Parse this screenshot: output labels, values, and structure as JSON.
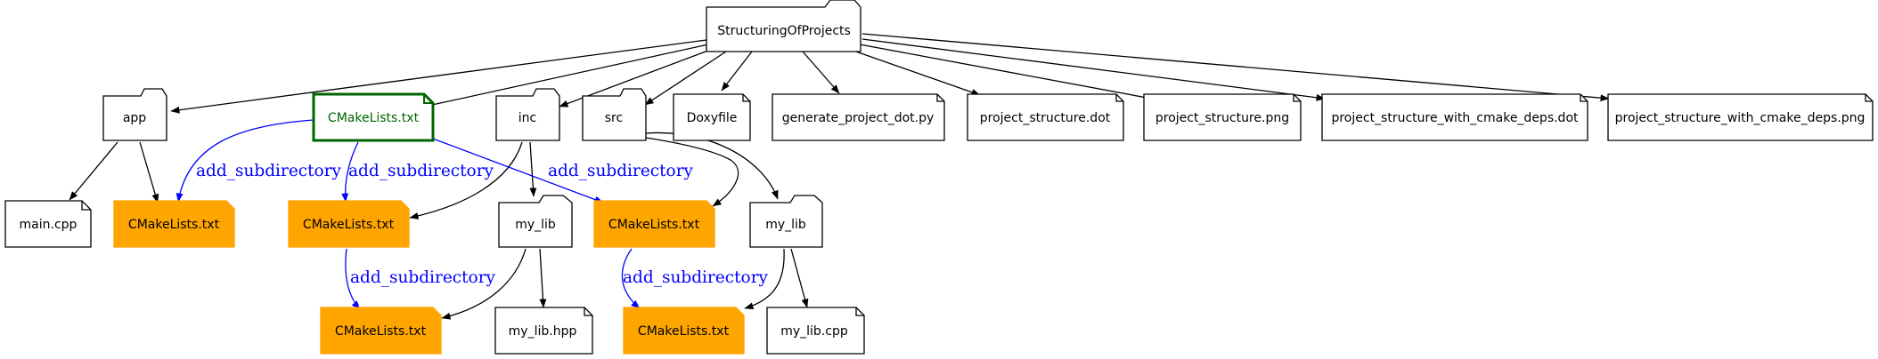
{
  "colors": {
    "edge_default": "#000000",
    "edge_subdirectory": "#0000ff",
    "highlight_text": "#006400",
    "highlight_border": "#006400",
    "cmake_fill": "#ffa500",
    "node_border": "#000000"
  },
  "nodes": {
    "root": {
      "label": "StructuringOfProjects",
      "shape": "folder"
    },
    "app": {
      "label": "app",
      "shape": "folder"
    },
    "root_cmake": {
      "label": "CMakeLists.txt",
      "shape": "note",
      "style": "highlight"
    },
    "inc": {
      "label": "inc",
      "shape": "folder"
    },
    "src": {
      "label": "src",
      "shape": "folder"
    },
    "doxyfile": {
      "label": "Doxyfile",
      "shape": "note"
    },
    "gen_py": {
      "label": "generate_project_dot.py",
      "shape": "note"
    },
    "proj_dot": {
      "label": "project_structure.dot",
      "shape": "note"
    },
    "proj_png": {
      "label": "project_structure.png",
      "shape": "note"
    },
    "proj_deps_dot": {
      "label": "project_structure_with_cmake_deps.dot",
      "shape": "note"
    },
    "proj_deps_png": {
      "label": "project_structure_with_cmake_deps.png",
      "shape": "note"
    },
    "main_cpp": {
      "label": "main.cpp",
      "shape": "note"
    },
    "app_cmake": {
      "label": "CMakeLists.txt",
      "shape": "note",
      "style": "filled"
    },
    "inc_cmake": {
      "label": "CMakeLists.txt",
      "shape": "note",
      "style": "filled"
    },
    "inc_mylib": {
      "label": "my_lib",
      "shape": "folder"
    },
    "src_cmake": {
      "label": "CMakeLists.txt",
      "shape": "note",
      "style": "filled"
    },
    "src_mylib": {
      "label": "my_lib",
      "shape": "folder"
    },
    "inc_mylib_cmake": {
      "label": "CMakeLists.txt",
      "shape": "note",
      "style": "filled"
    },
    "mylib_hpp": {
      "label": "my_lib.hpp",
      "shape": "note"
    },
    "src_mylib_cmake": {
      "label": "CMakeLists.txt",
      "shape": "note",
      "style": "filled"
    },
    "mylib_cpp": {
      "label": "my_lib.cpp",
      "shape": "note"
    }
  },
  "subdirectory_label": "add_subdirectory",
  "edges": [
    {
      "from": "root",
      "to": "app",
      "kind": "contains"
    },
    {
      "from": "root",
      "to": "root_cmake",
      "kind": "contains"
    },
    {
      "from": "root",
      "to": "inc",
      "kind": "contains"
    },
    {
      "from": "root",
      "to": "src",
      "kind": "contains"
    },
    {
      "from": "root",
      "to": "doxyfile",
      "kind": "contains"
    },
    {
      "from": "root",
      "to": "gen_py",
      "kind": "contains"
    },
    {
      "from": "root",
      "to": "proj_dot",
      "kind": "contains"
    },
    {
      "from": "root",
      "to": "proj_png",
      "kind": "contains"
    },
    {
      "from": "root",
      "to": "proj_deps_dot",
      "kind": "contains"
    },
    {
      "from": "root",
      "to": "proj_deps_png",
      "kind": "contains"
    },
    {
      "from": "app",
      "to": "main_cpp",
      "kind": "contains"
    },
    {
      "from": "app",
      "to": "app_cmake",
      "kind": "contains"
    },
    {
      "from": "inc",
      "to": "inc_cmake",
      "kind": "contains"
    },
    {
      "from": "inc",
      "to": "inc_mylib",
      "kind": "contains"
    },
    {
      "from": "src",
      "to": "src_cmake",
      "kind": "contains"
    },
    {
      "from": "src",
      "to": "src_mylib",
      "kind": "contains"
    },
    {
      "from": "inc_mylib",
      "to": "inc_mylib_cmake",
      "kind": "contains"
    },
    {
      "from": "inc_mylib",
      "to": "mylib_hpp",
      "kind": "contains"
    },
    {
      "from": "src_mylib",
      "to": "src_mylib_cmake",
      "kind": "contains"
    },
    {
      "from": "src_mylib",
      "to": "mylib_cpp",
      "kind": "contains"
    },
    {
      "from": "root_cmake",
      "to": "app_cmake",
      "kind": "add_subdirectory"
    },
    {
      "from": "root_cmake",
      "to": "inc_cmake",
      "kind": "add_subdirectory"
    },
    {
      "from": "root_cmake",
      "to": "src_cmake",
      "kind": "add_subdirectory"
    },
    {
      "from": "inc_cmake",
      "to": "inc_mylib_cmake",
      "kind": "add_subdirectory"
    },
    {
      "from": "src_cmake",
      "to": "src_mylib_cmake",
      "kind": "add_subdirectory"
    }
  ]
}
